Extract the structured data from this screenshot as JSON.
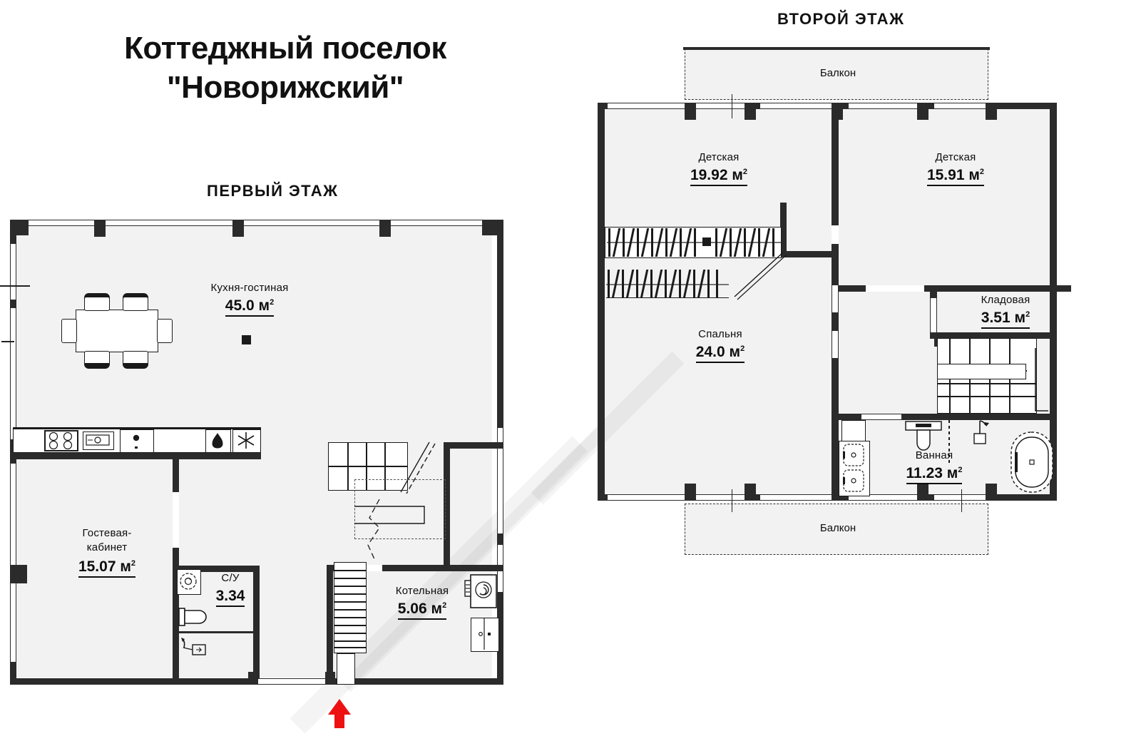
{
  "project": {
    "title_line1": "Коттеджный поселок",
    "title_line2": "\"Новорижский\""
  },
  "floors": [
    {
      "id": "floor-1",
      "heading": "ПЕРВЫЙ ЭТАЖ",
      "rooms": [
        {
          "name": "Кухня-гостиная",
          "area": "45.0",
          "unit": "м",
          "sup": "2"
        },
        {
          "name": "Гостевая-",
          "name2": "кабинет",
          "area": "15.07",
          "unit": "м",
          "sup": "2"
        },
        {
          "name": "С/У",
          "area": "3.34",
          "unit": "",
          "sup": ""
        },
        {
          "name": "Котельная",
          "area": "5.06",
          "unit": "м",
          "sup": "2"
        }
      ],
      "entrance": "entrance-arrow"
    },
    {
      "id": "floor-2",
      "heading": "ВТОРОЙ ЭТАЖ",
      "rooms": [
        {
          "name": "Детская",
          "area": "19.92",
          "unit": "м",
          "sup": "2"
        },
        {
          "name": "Детская",
          "area": "15.91",
          "unit": "м",
          "sup": "2"
        },
        {
          "name": "Спальня",
          "area": "24.0",
          "unit": "м",
          "sup": "2"
        },
        {
          "name": "Кладовая",
          "area": "3.51",
          "unit": "м",
          "sup": "2"
        },
        {
          "name": "Ванная",
          "area": "11.23",
          "unit": "м",
          "sup": "2"
        }
      ],
      "balconies": [
        {
          "name": "Балкон",
          "position": "top"
        },
        {
          "name": "Балкон",
          "position": "bottom"
        }
      ]
    }
  ],
  "floor1_labels": {
    "kitchen_name": "Кухня-гостиная",
    "kitchen_area": "45.0",
    "guest_name_1": "Гостевая-",
    "guest_name_2": "кабинет",
    "guest_area": "15.07",
    "wc_name": "С/У",
    "wc_area": "3.34",
    "boiler_name": "Котельная",
    "boiler_area": "5.06",
    "unit": "м",
    "sup": "2"
  },
  "floor2_labels": {
    "kids1_name": "Детская",
    "kids1_area": "19.92",
    "kids2_name": "Детская",
    "kids2_area": "15.91",
    "bedroom_name": "Спальня",
    "bedroom_area": "24.0",
    "storage_name": "Кладовая",
    "storage_area": "3.51",
    "bath_name": "Ванная",
    "bath_area": "11.23",
    "balcony_top": "Балкон",
    "balcony_bottom": "Балкон",
    "unit": "м",
    "sup": "2"
  },
  "colors": {
    "wall": "#2b2b2b",
    "room_fill": "#f2f2f2",
    "text": "#0d0d0d",
    "entrance_arrow": "#ee1111",
    "furniture_stroke": "#1a1a1a"
  },
  "icons": {
    "stove": "stove-icon",
    "oven": "oven-icon",
    "sink": "sink-icon",
    "fireplace": "fireplace-icon",
    "fridge": "fridge-icon",
    "toilet": "toilet-icon",
    "washbasin": "washbasin-icon",
    "bathtub": "bathtub-icon",
    "washing_machine": "washing-machine-icon",
    "boiler": "boiler-icon",
    "stairs": "stairs-icon",
    "wardrobe": "wardrobe-icon",
    "dining_table": "dining-table-icon",
    "chair": "chair-icon",
    "entrance": "entrance-arrow-icon"
  }
}
